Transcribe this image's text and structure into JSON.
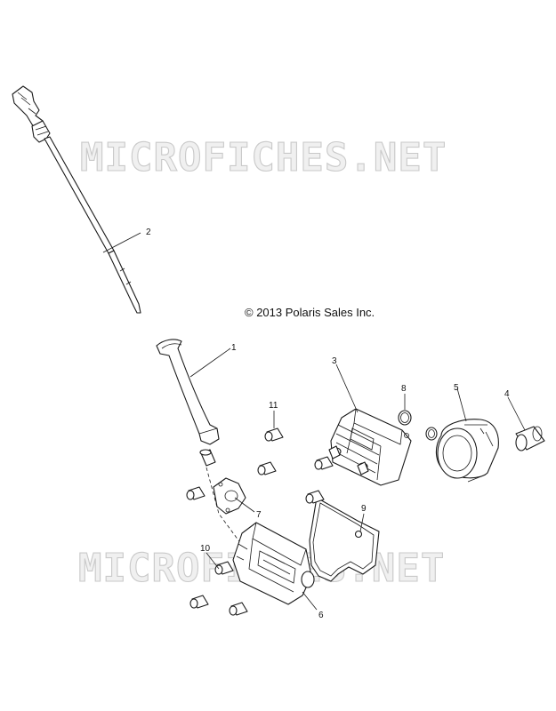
{
  "copyright": "© 2013 Polaris Sales Inc.",
  "watermark": {
    "text": "MICROFICHES.NET",
    "color_fill": "#f0f0f0",
    "color_stroke": "#c9c9c9"
  },
  "callouts": {
    "c1": "1",
    "c2": "2",
    "c3": "3",
    "c4": "4",
    "c5": "5",
    "c6": "6",
    "c7": "7",
    "c8": "8",
    "c9": "9",
    "c10": "10",
    "c11": "11"
  },
  "line_color": "#1a1a1a"
}
